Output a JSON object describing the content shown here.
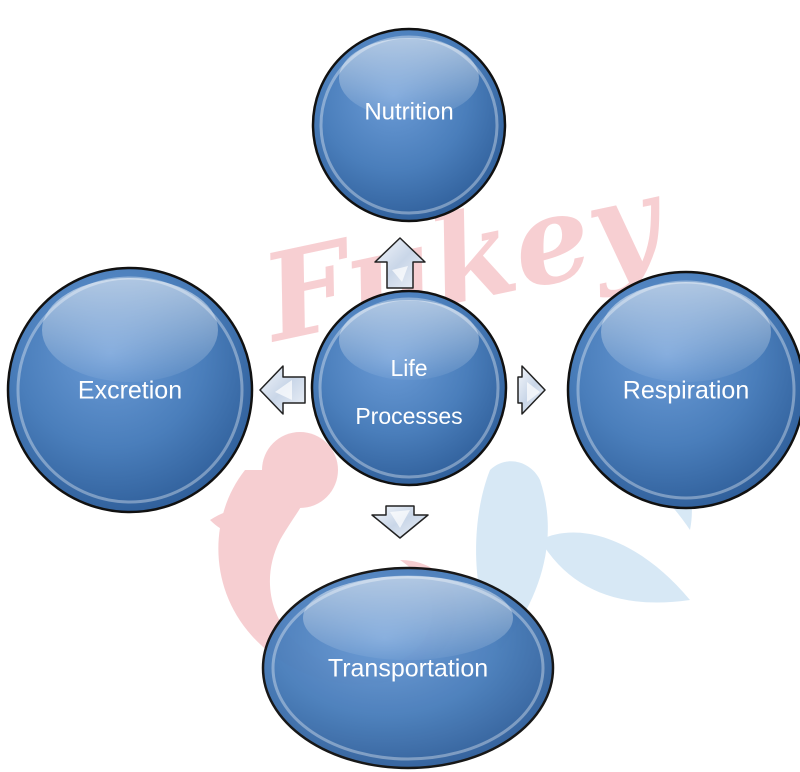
{
  "diagram": {
    "center": {
      "line1": "Life",
      "line2": "Processes"
    },
    "nodes": {
      "top": "Nutrition",
      "left": "Excretion",
      "right": "Respiration",
      "bottom": "Transportation"
    }
  },
  "watermark": {
    "text": "Fukey"
  },
  "colors": {
    "node_fill": "#4a7ebb",
    "node_dark": "#2e5a90",
    "node_outline": "#111111",
    "arrow_fill": "#e6ecf5",
    "watermark_red": "#f2b4b8",
    "watermark_blue": "#c9e1f2"
  }
}
